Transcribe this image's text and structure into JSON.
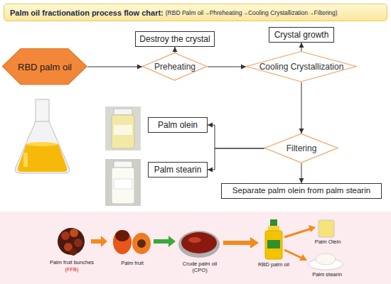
{
  "diagram": {
    "title": "Palm oil fractionation process flow chart:",
    "nodes": [
      {
        "text": [
          "RBD palm oil"
        ]
      },
      {
        "text": [
          "Preheating"
        ]
      },
      {
        "text": [
          "Destroy the crystal"
        ]
      },
      {
        "text": [
          "Cooling Crystallization"
        ]
      },
      {
        "text": [
          "Crystal growth"
        ]
      },
      {
        "text": [
          "Filtering"
        ]
      },
      {
        "text": [
          "Separate palm olein from palm stearin"
        ]
      },
      {
        "text": [
          "Palm olein"
        ]
      },
      {
        "text": [
          "Palm stearin"
        ]
      }
    ],
    "edges": [
      {
        "from": 0,
        "to": 1,
        "arrow": "to"
      },
      {
        "from": 1,
        "to": 2,
        "arrow": "to"
      },
      {
        "from": 1,
        "to": 3,
        "arrow": "to"
      },
      {
        "from": 3,
        "to": 4,
        "arrow": "to"
      },
      {
        "from": 3,
        "to": 5,
        "arrow": "to"
      },
      {
        "from": 5,
        "to": 6,
        "arrow": "to"
      },
      {
        "from": 5,
        "to": 7,
        "arrow": "to"
      },
      {
        "from": 5,
        "to": 8,
        "arrow": "to"
      }
    ],
    "labels": [
      "(RBD Palm oil→Phreheating→Cooling Crystallization→Filtering)",
      "Palm fruit bunches",
      "(FFB)",
      "Palm fruit",
      "Crude palm oil (CPO)",
      "RBD palm oil",
      "Palm Olein",
      "Palm stearin"
    ]
  }
}
